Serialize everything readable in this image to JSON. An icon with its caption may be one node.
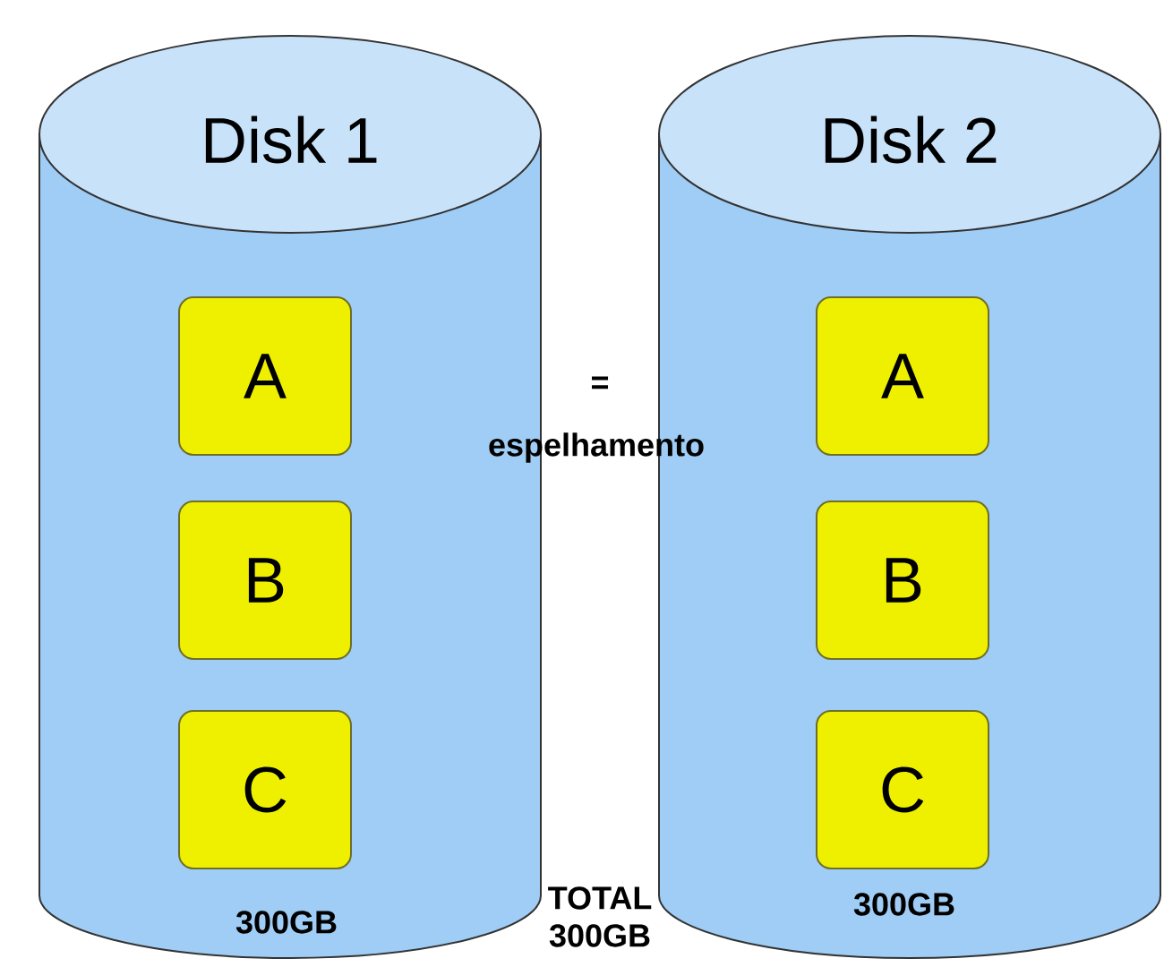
{
  "diagram": {
    "nodes": [
      {
        "text": [
          "Disk 1",
          "300GB"
        ]
      },
      {
        "text": [
          "A"
        ],
        "in": 0
      },
      {
        "text": [
          "B"
        ],
        "in": 0
      },
      {
        "text": [
          "C"
        ],
        "in": 0
      },
      {
        "text": [
          "Disk 2",
          "300GB"
        ]
      },
      {
        "text": [
          "A"
        ],
        "in": 4
      },
      {
        "text": [
          "B"
        ],
        "in": 4
      },
      {
        "text": [
          "C"
        ],
        "in": 4
      }
    ],
    "edges": [],
    "labels": [
      "=",
      "espelhamento",
      "TOTAL 300GB"
    ]
  }
}
